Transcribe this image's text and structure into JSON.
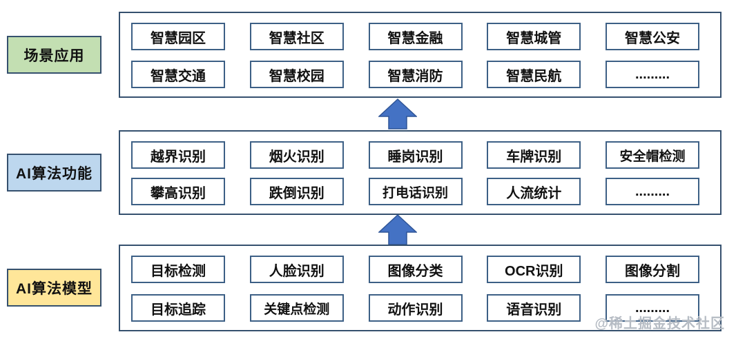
{
  "diagram": {
    "type": "layered-architecture",
    "direction": "bottom-up",
    "arrow_icon": "up-block-arrow",
    "colors": {
      "border": "#35506e",
      "box_border": "#3c5f85",
      "arrow_fill": "#4472c4",
      "arrow_stroke": "#2f5597",
      "label_green_bg": "#c3dfb2",
      "label_blue_bg": "#bdd7ee",
      "label_yellow_bg": "#ffe699",
      "watermark_color": "#b6bcc4"
    },
    "layers": [
      {
        "id": "scene-applications",
        "label": "场景应用",
        "label_color": "#c3dfb2",
        "boxes": [
          "智慧园区",
          "智慧社区",
          "智慧金融",
          "智慧城管",
          "智慧公安",
          "智慧交通",
          "智慧校园",
          "智慧消防",
          "智慧民航",
          "........."
        ]
      },
      {
        "id": "ai-algorithm-functions",
        "label": "AI算法功能",
        "label_color": "#bdd7ee",
        "boxes": [
          "越界识别",
          "烟火识别",
          "睡岗识别",
          "车牌识别",
          "安全帽检测",
          "攀高识别",
          "跌倒识别",
          "打电话识别",
          "人流统计",
          "........."
        ]
      },
      {
        "id": "ai-algorithm-models",
        "label": "AI算法模型",
        "label_color": "#ffe699",
        "boxes": [
          "目标检测",
          "人脸识别",
          "图像分类",
          "OCR识别",
          "图像分割",
          "目标追踪",
          "关键点检测",
          "动作识别",
          "语音识别",
          "........."
        ]
      }
    ],
    "watermark": "@稀土掘金技术社区"
  }
}
